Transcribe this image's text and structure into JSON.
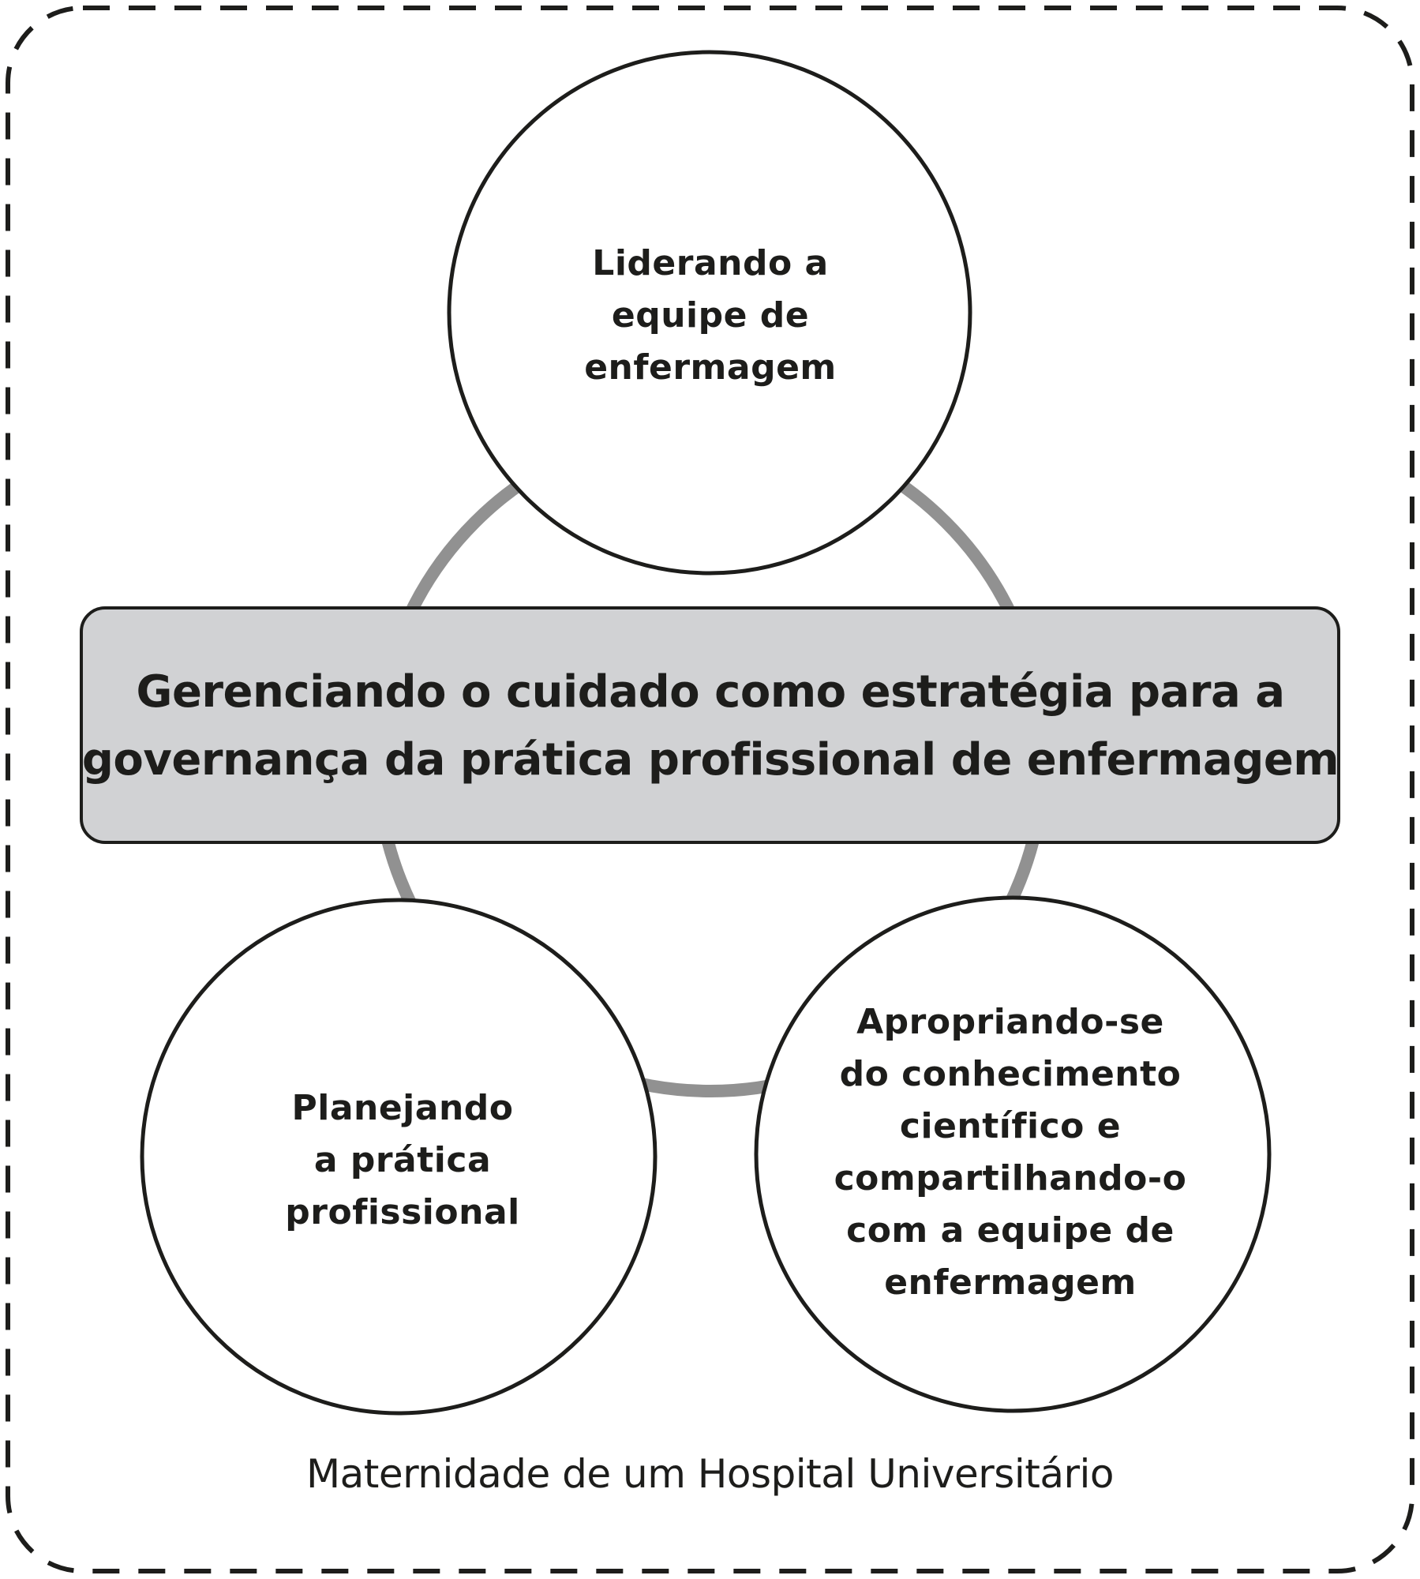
{
  "diagram": {
    "center": {
      "lines": [
        "Gerenciando o cuidado como estratégia para a",
        "governança da prática profissional de enfermagem"
      ]
    },
    "nodes": {
      "top": {
        "lines": [
          "Liderando a",
          "equipe de",
          "enfermagem"
        ]
      },
      "left": {
        "lines": [
          "Planejando",
          "a prática",
          "profissional"
        ]
      },
      "right": {
        "lines": [
          "Apropriando-se",
          "do conhecimento",
          "científico e",
          "compartilhando-o",
          "com a equipe de",
          "enfermagem"
        ]
      }
    },
    "footer": "Maternidade de um Hospital Universitário",
    "colors": {
      "ring": "#919191",
      "center_fill": "#d1d2d4",
      "stroke": "#1d1d1b",
      "dashed_border": "#1d1d1b"
    }
  }
}
